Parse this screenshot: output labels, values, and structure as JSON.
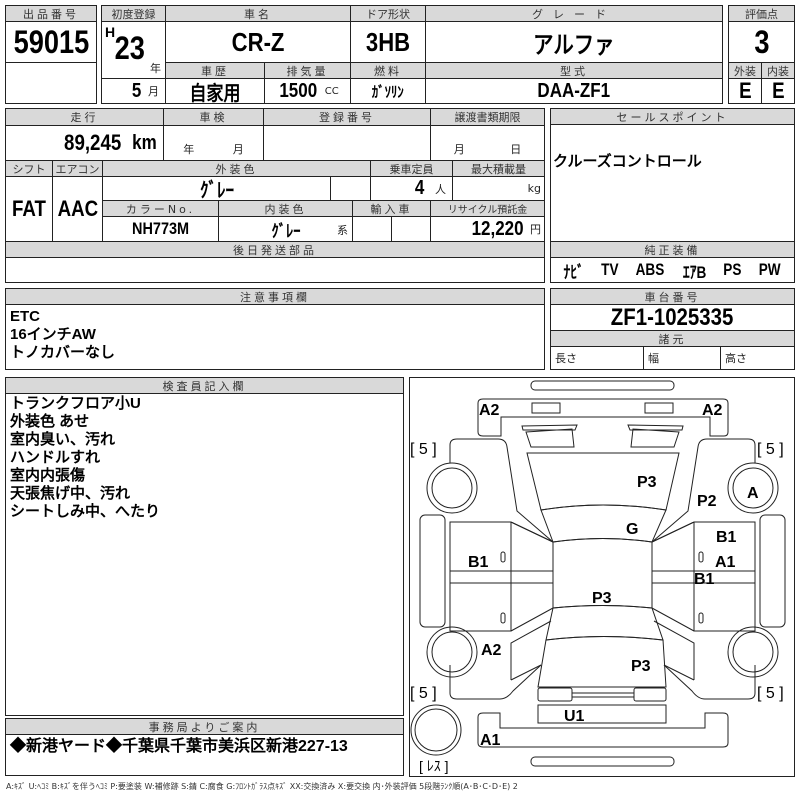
{
  "lot": {
    "label": "出品番号",
    "value": "59015"
  },
  "first_reg": {
    "label": "初度登録",
    "era": "H",
    "year": "23",
    "year_unit": "年",
    "month": "5",
    "month_unit": "月"
  },
  "car_name": {
    "label": "車名",
    "value": "CR-Z"
  },
  "door": {
    "label": "ドア形状",
    "value": "3HB"
  },
  "grade": {
    "label": "グレード",
    "value": "アルファ"
  },
  "score": {
    "label": "評価点",
    "value": "3",
    "ext_label": "外装",
    "int_label": "内装",
    "ext": "E",
    "int": "E"
  },
  "history": {
    "label": "車歴",
    "value": "自家用"
  },
  "displacement": {
    "label": "排気量",
    "value": "1500",
    "unit": "CC"
  },
  "fuel": {
    "label": "燃料",
    "value": "ｶﾞｿﾘﾝ"
  },
  "model": {
    "label": "型式",
    "value": "DAA-ZF1"
  },
  "mileage": {
    "label": "走行",
    "value": "89,245",
    "unit": "km"
  },
  "inspection": {
    "label": "車検",
    "year_unit": "年",
    "month_unit": "月"
  },
  "reg_no": {
    "label": "登録番号"
  },
  "transfer": {
    "label": "譲渡書類期限",
    "month_unit": "月",
    "day_unit": "日"
  },
  "shift": {
    "label": "シフト",
    "value": "FAT"
  },
  "aircon": {
    "label": "エアコン",
    "value": "AAC"
  },
  "ext_color": {
    "label": "外装色",
    "value": "ｸﾞﾚｰ"
  },
  "capacity": {
    "label": "乗車定員",
    "value": "4",
    "unit": "人"
  },
  "max_load": {
    "label": "最大積載量",
    "unit": "kg"
  },
  "color_no": {
    "label": "カラーNo.",
    "value": "NH773M"
  },
  "int_color": {
    "label": "内装色",
    "value": "ｸﾞﾚｰ",
    "suffix": "系"
  },
  "import": {
    "label": "輸入車"
  },
  "recycle": {
    "label": "リサイクル預託金",
    "value": "12,220",
    "unit": "円"
  },
  "later_parts": {
    "label": "後日発送部品"
  },
  "sales_point": {
    "label": "セールスポイント",
    "value": "クルーズコントロール"
  },
  "equipment": {
    "label": "純正装備",
    "items": [
      "ﾅﾋﾞ",
      "TV",
      "ABS",
      "ｴｱB",
      "PS",
      "PW"
    ]
  },
  "notes": {
    "label": "注意事項欄",
    "lines": [
      "ETC",
      "16インチAW",
      "トノカバーなし"
    ]
  },
  "chassis": {
    "label": "車台番号",
    "value": "ZF1-1025335"
  },
  "specs": {
    "label": "諸元",
    "length": "長さ",
    "width": "幅",
    "height": "高さ"
  },
  "inspector": {
    "label": "検査員記入欄",
    "lines": [
      "トランクフロア小U",
      "外装色 あせ",
      "室内臭い、汚れ",
      "ハンドルすれ",
      "室内内張傷",
      "天張焦げ中、汚れ",
      "シートしみ中、へたり"
    ]
  },
  "office": {
    "label": "事務局よりご案内",
    "value": "◆新港ヤード◆千葉県千葉市美浜区新港227-13"
  },
  "diagram": {
    "marks": [
      "A2",
      "A2",
      "P3",
      "P2",
      "A",
      "G",
      "B1",
      "B1",
      "A1",
      "B1",
      "P3",
      "A2",
      "P3",
      "U1",
      "A1"
    ],
    "tires": [
      "[ 5 ]",
      "[ 5 ]",
      "[ 5 ]",
      "[ 5 ]"
    ],
    "spare": "[ ﾚｽ ]"
  },
  "legend": "A:ｷｽﾞ  U:ﾍｺﾐ  B:ｷｽﾞを伴うﾍｺﾐ  P:要塗装  W:補修跡  S:錆  C:腐食  G:ﾌﾛﾝﾄｶﾞﾗｽ点ｷｽﾞ  XX:交換済み  X:要交換   内･外装評価  5段階ﾗﾝｸ順(A･B･C･D･E) 2"
}
